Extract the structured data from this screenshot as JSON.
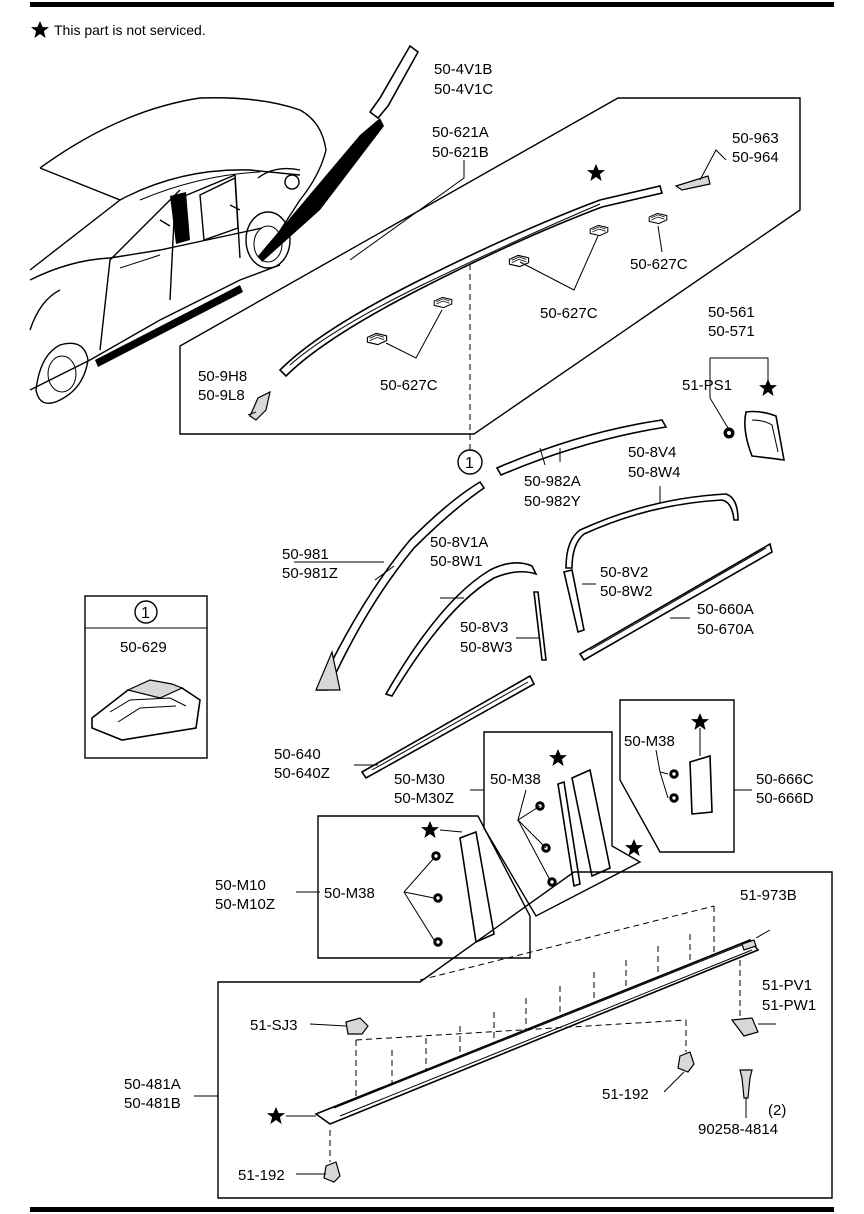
{
  "note": {
    "star": "★",
    "text": "This part is not serviced."
  },
  "callout": "1",
  "inset_part": "50-629",
  "labels": {
    "p4v1b": "50-4V1B",
    "p4v1c": "50-4V1C",
    "p621a": "50-621A",
    "p621b": "50-621B",
    "p963": "50-963",
    "p964": "50-964",
    "p627c_a": "50-627C",
    "p627c_b": "50-627C",
    "p627c_c": "50-627C",
    "p9h8": "50-9H8",
    "p9l8": "50-9L8",
    "p561": "50-561",
    "p571": "50-571",
    "pps1": "51-PS1",
    "p982a": "50-982A",
    "p982y": "50-982Y",
    "p8v4": "50-8V4",
    "p8w4": "50-8W4",
    "p981": "50-981",
    "p981z": "50-981Z",
    "p8v1a": "50-8V1A",
    "p8w1": "50-8W1",
    "p8v2": "50-8V2",
    "p8w2": "50-8W2",
    "p8v3": "50-8V3",
    "p8w3": "50-8W3",
    "p660a": "50-660A",
    "p670a": "50-670A",
    "p640": "50-640",
    "p640z": "50-640Z",
    "pm30": "50-M30",
    "pm30z": "50-M30Z",
    "pm38_a": "50-M38",
    "pm38_b": "50-M38",
    "pm38_c": "50-M38",
    "p666c": "50-666C",
    "p666d": "50-666D",
    "pm10": "50-M10",
    "pm10z": "50-M10Z",
    "p973b": "51-973B",
    "psj3": "51-SJ3",
    "ppv1": "51-PV1",
    "ppw1": "51-PW1",
    "p481a": "50-481A",
    "p481b": "50-481B",
    "p192_a": "51-192",
    "p192_b": "51-192",
    "qty": "(2)",
    "p90258": "90258-4814"
  }
}
